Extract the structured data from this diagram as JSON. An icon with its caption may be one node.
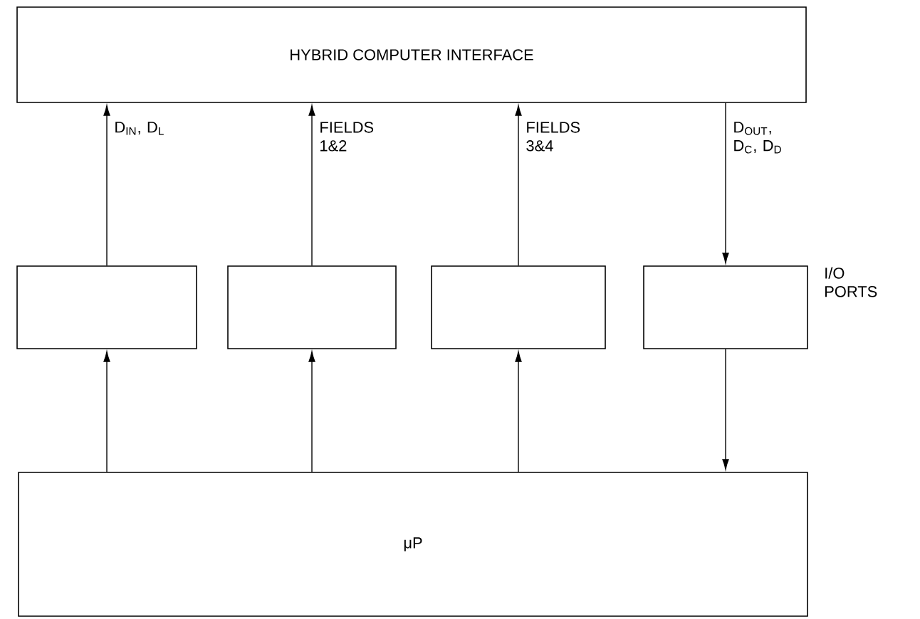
{
  "diagram": {
    "nodes": [
      {
        "text": [
          "HYBRID COMPUTER INTERFACE"
        ]
      },
      {
        "text": [],
        "shape": "box"
      },
      {
        "text": [],
        "shape": "box"
      },
      {
        "text": [],
        "shape": "box"
      },
      {
        "text": [],
        "shape": "box",
        "beside": [
          "I/O PORTS"
        ]
      },
      {
        "text": [
          "μP"
        ]
      }
    ],
    "edges": [
      {
        "from": 1,
        "to": 0,
        "arrow": "to",
        "label": "D$_{IN}$, D$_{L}$"
      },
      {
        "from": 2,
        "to": 0,
        "arrow": "to",
        "label": "FIELDS 1&2"
      },
      {
        "from": 3,
        "to": 0,
        "arrow": "to",
        "label": "FIELDS 3&4"
      },
      {
        "from": 0,
        "to": 4,
        "arrow": "to",
        "label": "D$_{OUT}$, D$_{C}$, D$_{D}$"
      },
      {
        "from": 5,
        "to": 1,
        "arrow": "to"
      },
      {
        "from": 5,
        "to": 2,
        "arrow": "to"
      },
      {
        "from": 5,
        "to": 3,
        "arrow": "to"
      },
      {
        "from": 4,
        "to": 5,
        "arrow": "to"
      }
    ]
  }
}
